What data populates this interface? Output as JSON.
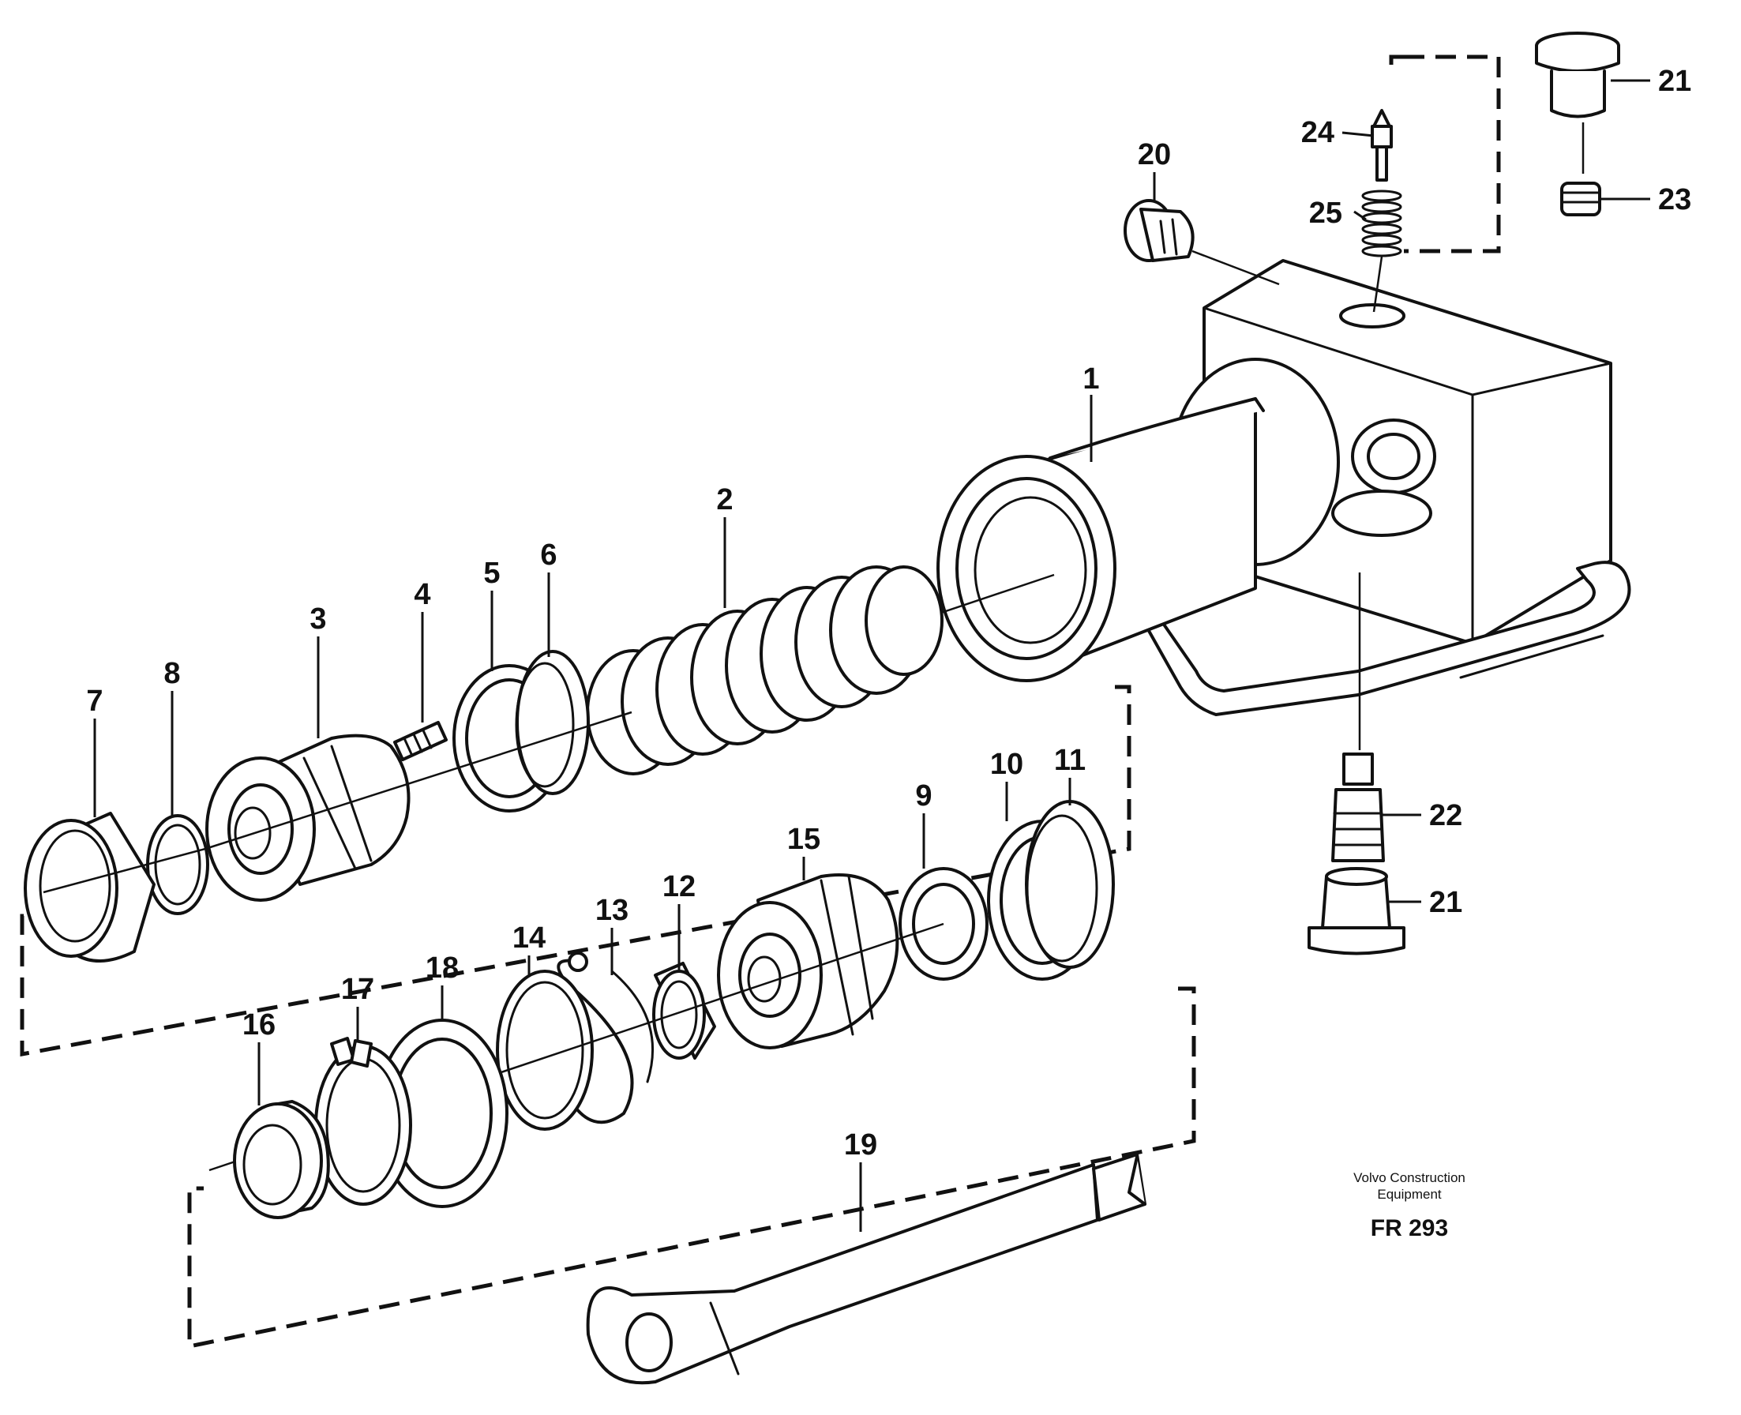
{
  "publisher_line1": "Volvo Construction",
  "publisher_line2": "Equipment",
  "figure_code": "FR 293",
  "callouts": [
    "1",
    "2",
    "3",
    "4",
    "5",
    "6",
    "7",
    "8",
    "9",
    "10",
    "11",
    "12",
    "13",
    "14",
    "15",
    "16",
    "17",
    "18",
    "19",
    "20",
    "21",
    "21",
    "22",
    "23",
    "24",
    "25"
  ]
}
